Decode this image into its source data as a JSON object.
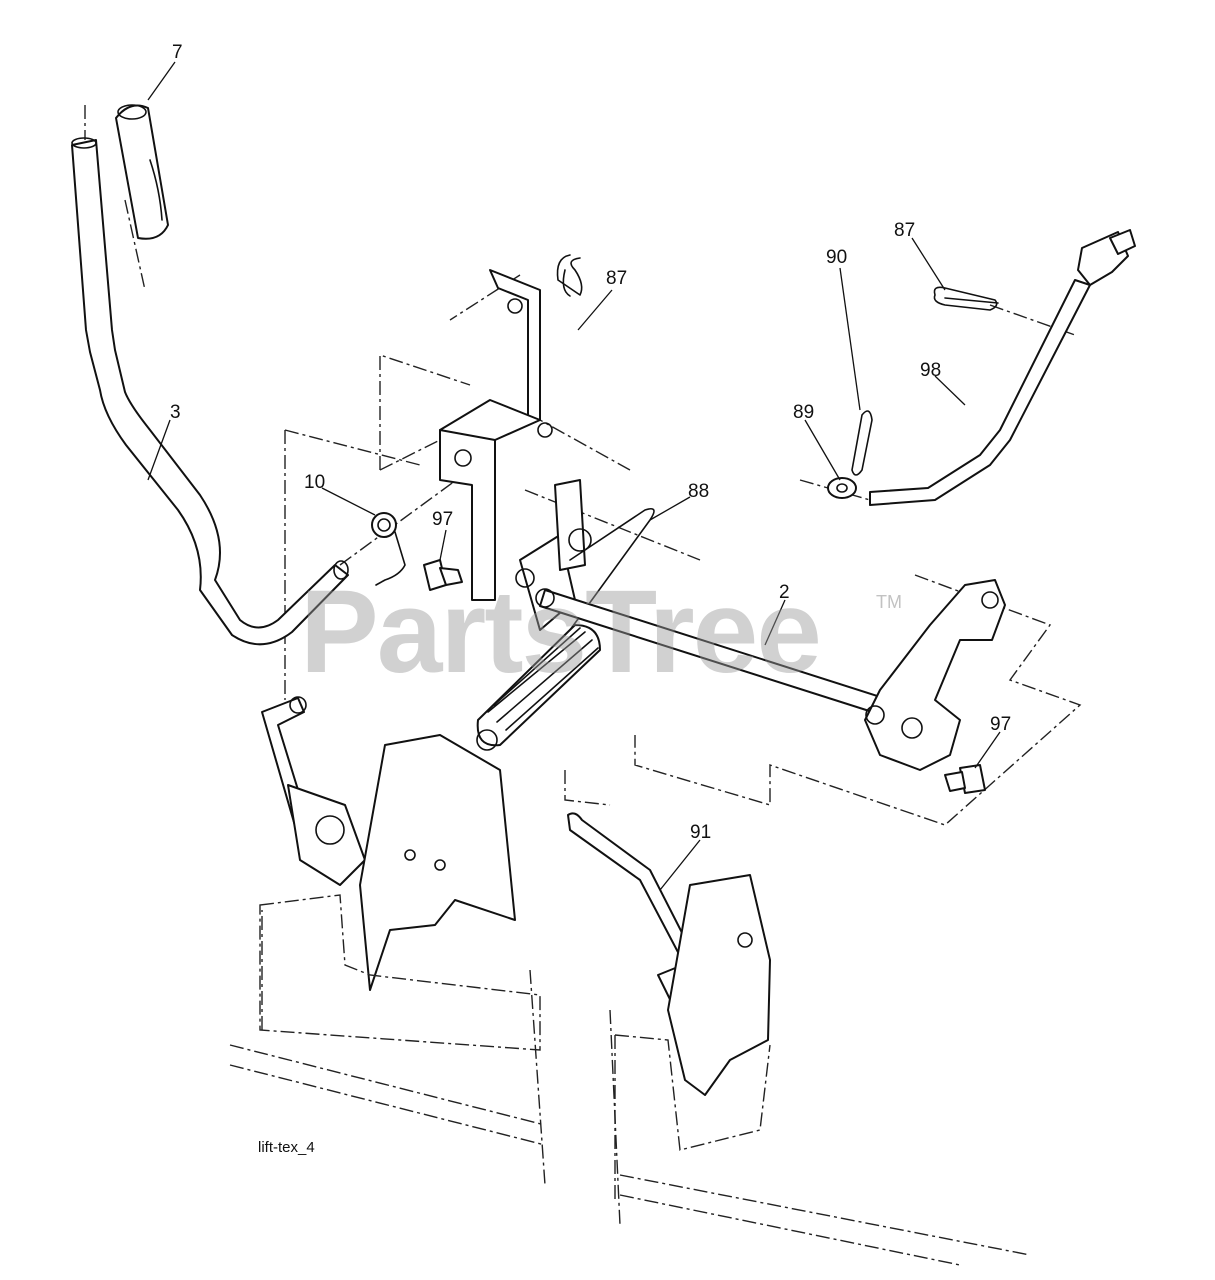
{
  "callouts": {
    "c7": "7",
    "c87a": "87",
    "c87b": "87",
    "c3": "3",
    "c10": "10",
    "c97a": "97",
    "c88": "88",
    "c90": "90",
    "c98": "98",
    "c89": "89",
    "c2": "2",
    "c97b": "97",
    "c91": "91"
  },
  "caption": "lift-tex_4",
  "watermark": {
    "brand": "PartsTree",
    "trademark": "TM"
  }
}
